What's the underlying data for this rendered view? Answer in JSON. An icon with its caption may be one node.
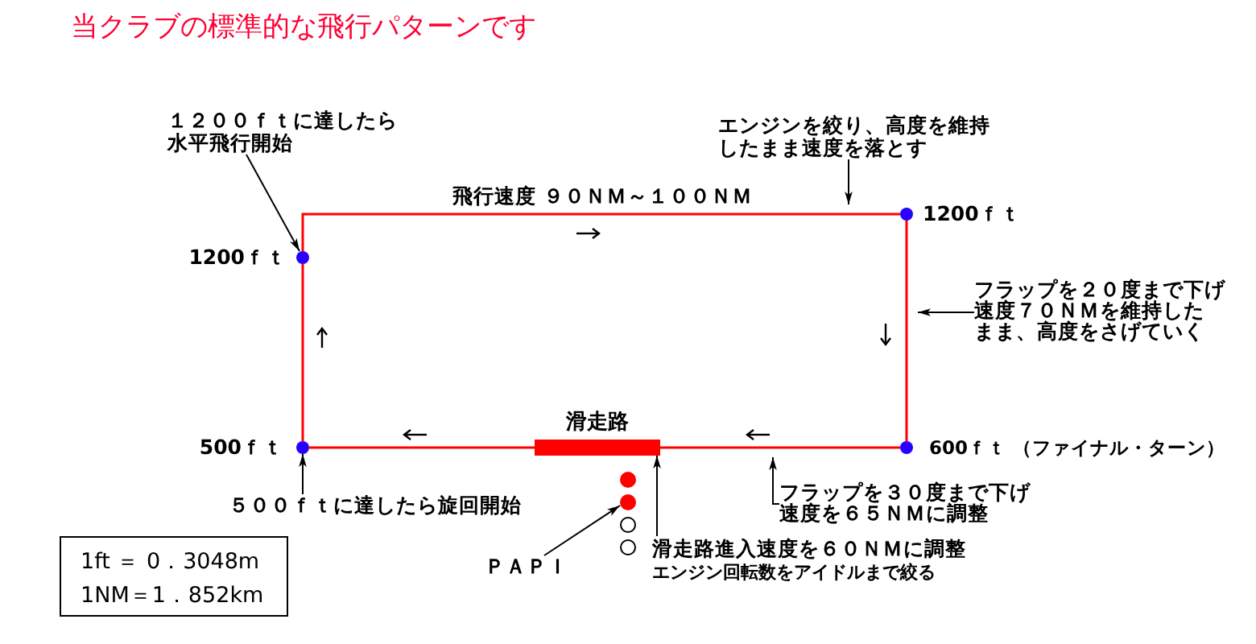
{
  "diagram": {
    "title": "当クラブの標準的な飛行パターンです",
    "nodes": [
      {
        "text": [
          "１２００ｆｔに達したら水平飛行開始"
        ]
      },
      {
        "text": [
          "エンジンを絞り、高度を維持したまま速度を落とす"
        ]
      },
      {
        "text": [],
        "shape": "circle",
        "beside": [
          "1200ｆｔ"
        ]
      },
      {
        "text": [],
        "shape": "circle",
        "beside": [
          "1200ｆｔ"
        ]
      },
      {
        "text": [
          "フラップを２０度まで下げ速度７０ＮＭを維持したまま、高度をさげていく"
        ]
      },
      {
        "text": [],
        "shape": "circle",
        "beside": [
          "500ｆｔ"
        ]
      },
      {
        "text": [
          "滑走路"
        ]
      },
      {
        "text": [],
        "shape": "circle",
        "beside": [
          "600ｆｔ （ファイナル・ターン）"
        ]
      },
      {
        "text": [],
        "shape": "circle"
      },
      {
        "text": [],
        "shape": "circle"
      },
      {
        "text": [],
        "shape": "circle"
      },
      {
        "text": [],
        "shape": "circle"
      },
      {
        "text": [
          "５００ｆｔに達したら旋回開始"
        ]
      },
      {
        "text": [
          "フラップを３０度まで下げ速度を６５ＮＭに調整"
        ]
      },
      {
        "text": [
          "1ft ＝ 0．3048m",
          "1NM＝1．852km"
        ]
      },
      {
        "text": [
          "ＰＡＰＩ"
        ]
      },
      {
        "text": [
          "滑走路進入速度を６０ＮＭに調整",
          "エンジン回転数をアイドルまで絞る"
        ]
      }
    ],
    "edges": [
      {
        "from": 5,
        "to": 3,
        "arrow": "none",
        "color": "#ff0000"
      },
      {
        "from": 3,
        "to": 2,
        "arrow": "none",
        "color": "#ff0000"
      },
      {
        "from": 2,
        "to": 7,
        "arrow": "none",
        "color": "#ff0000"
      },
      {
        "from": 7,
        "to": 6,
        "arrow": "none",
        "color": "#ff0000"
      },
      {
        "from": 6,
        "to": 5,
        "arrow": "none",
        "color": "#ff0000"
      },
      {
        "from": 0,
        "to": 3,
        "arrow": "to"
      },
      {
        "from": 1,
        "to": null,
        "arrow": "to"
      },
      {
        "from": 4,
        "to": null,
        "arrow": "to"
      },
      {
        "from": 12,
        "to": 5,
        "arrow": "to"
      },
      {
        "from": 13,
        "to": null,
        "arrow": "to"
      },
      {
        "from": 16,
        "to": 6,
        "arrow": "to"
      },
      {
        "from": 15,
        "to": 9,
        "arrow": "to"
      }
    ],
    "labels": [
      "飛行速度 ９０ＮＭ～１００ＮＭ"
    ]
  }
}
